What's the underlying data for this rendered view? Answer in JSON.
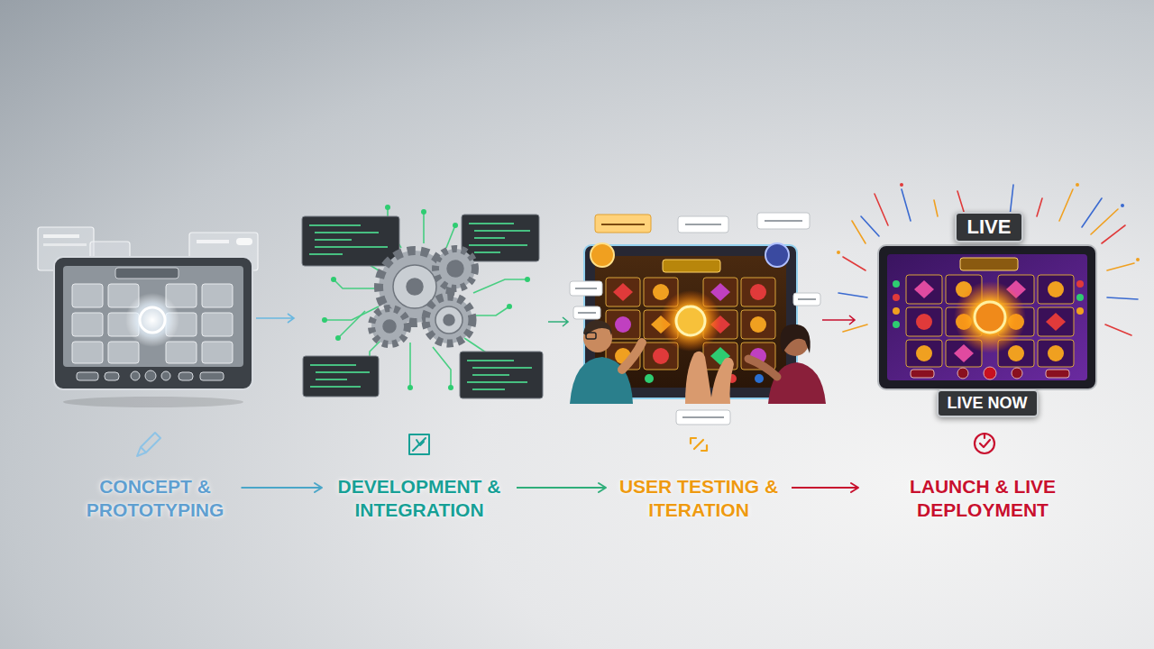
{
  "diagram": {
    "nodes": [
      {
        "text": [
          "CONCEPT & PROTOTYPING"
        ]
      },
      {
        "text": [
          "DEVELOPMENT & INTEGRATION"
        ]
      },
      {
        "text": [
          "USER TESTING & ITERATION"
        ]
      },
      {
        "text": [
          "LAUNCH & LIVE DEPLOYMENT"
        ]
      },
      {
        "text": [
          "LIVE"
        ]
      },
      {
        "text": [
          "LIVE NOW"
        ]
      }
    ],
    "edges": [
      {
        "from": 0,
        "to": 1,
        "arrow": "to"
      },
      {
        "from": 1,
        "to": 2,
        "arrow": "to"
      },
      {
        "from": 2,
        "to": 3,
        "arrow": "to"
      }
    ]
  }
}
